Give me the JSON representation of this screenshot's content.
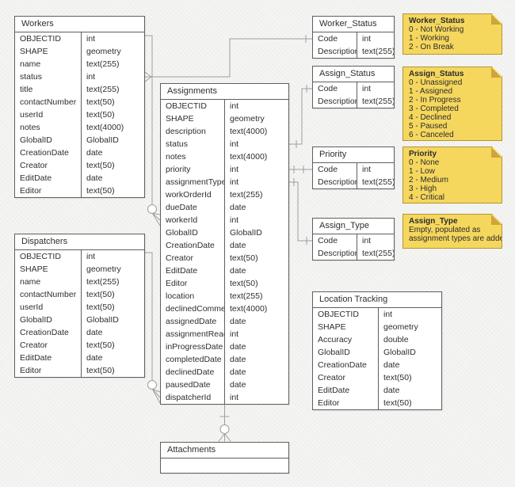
{
  "tables": [
    {
      "id": "workers",
      "title": "Workers",
      "fields": [
        {
          "name": "OBJECTID",
          "type": "int"
        },
        {
          "name": "SHAPE",
          "type": "geometry"
        },
        {
          "name": "name",
          "type": "text(255)"
        },
        {
          "name": "status",
          "type": "int"
        },
        {
          "name": "title",
          "type": "text(255)"
        },
        {
          "name": "contactNumber",
          "type": "text(50)"
        },
        {
          "name": "userId",
          "type": "text(50)"
        },
        {
          "name": "notes",
          "type": "text(4000)"
        },
        {
          "name": "GlobalID",
          "type": "GlobalID"
        },
        {
          "name": "CreationDate",
          "type": "date"
        },
        {
          "name": "Creator",
          "type": "text(50)"
        },
        {
          "name": "EditDate",
          "type": "date"
        },
        {
          "name": "Editor",
          "type": "text(50)"
        }
      ]
    },
    {
      "id": "dispatchers",
      "title": "Dispatchers",
      "fields": [
        {
          "name": "OBJECTID",
          "type": "int"
        },
        {
          "name": "SHAPE",
          "type": "geometry"
        },
        {
          "name": "name",
          "type": "text(255)"
        },
        {
          "name": "contactNumber",
          "type": "text(50)"
        },
        {
          "name": "userId",
          "type": "text(50)"
        },
        {
          "name": "GlobalID",
          "type": "GlobalID"
        },
        {
          "name": "CreationDate",
          "type": "date"
        },
        {
          "name": "Creator",
          "type": "text(50)"
        },
        {
          "name": "EditDate",
          "type": "date"
        },
        {
          "name": "Editor",
          "type": "text(50)"
        }
      ]
    },
    {
      "id": "assignments",
      "title": "Assignments",
      "fields": [
        {
          "name": "OBJECTID",
          "type": "int"
        },
        {
          "name": "SHAPE",
          "type": "geometry"
        },
        {
          "name": "description",
          "type": "text(4000)"
        },
        {
          "name": "status",
          "type": "int"
        },
        {
          "name": "notes",
          "type": "text(4000)"
        },
        {
          "name": "priority",
          "type": "int"
        },
        {
          "name": "assignmentType",
          "type": "int"
        },
        {
          "name": "workOrderId",
          "type": "text(255)"
        },
        {
          "name": "dueDate",
          "type": "date"
        },
        {
          "name": "workerId",
          "type": "int"
        },
        {
          "name": "GlobalID",
          "type": "GlobalID"
        },
        {
          "name": "CreationDate",
          "type": "date"
        },
        {
          "name": "Creator",
          "type": "text(50)"
        },
        {
          "name": "EditDate",
          "type": "date"
        },
        {
          "name": "Editor",
          "type": "text(50)"
        },
        {
          "name": "location",
          "type": "text(255)"
        },
        {
          "name": "declinedComment",
          "type": "text(4000)"
        },
        {
          "name": "assignedDate",
          "type": "date"
        },
        {
          "name": "assignmentRead",
          "type": "int"
        },
        {
          "name": "inProgressDate",
          "type": "date"
        },
        {
          "name": "completedDate",
          "type": "date"
        },
        {
          "name": "declinedDate",
          "type": "date"
        },
        {
          "name": "pausedDate",
          "type": "date"
        },
        {
          "name": "dispatcherId",
          "type": "int"
        }
      ]
    },
    {
      "id": "worker_status",
      "title": "Worker_Status",
      "fields": [
        {
          "name": "Code",
          "type": "int"
        },
        {
          "name": "Description",
          "type": "text(255)"
        }
      ]
    },
    {
      "id": "assign_status",
      "title": "Assign_Status",
      "fields": [
        {
          "name": "Code",
          "type": "int"
        },
        {
          "name": "Description",
          "type": "text(255)"
        }
      ]
    },
    {
      "id": "priority",
      "title": "Priority",
      "fields": [
        {
          "name": "Code",
          "type": "int"
        },
        {
          "name": "Description",
          "type": "text(255)"
        }
      ]
    },
    {
      "id": "assign_type",
      "title": "Assign_Type",
      "fields": [
        {
          "name": "Code",
          "type": "int"
        },
        {
          "name": "Description",
          "type": "text(255)"
        }
      ]
    },
    {
      "id": "location_tracking",
      "title": "Location Tracking",
      "fields": [
        {
          "name": "OBJECTID",
          "type": "int"
        },
        {
          "name": "SHAPE",
          "type": "geometry"
        },
        {
          "name": "Accuracy",
          "type": "double"
        },
        {
          "name": "GlobalID",
          "type": "GlobalID"
        },
        {
          "name": "CreationDate",
          "type": "date"
        },
        {
          "name": "Creator",
          "type": "text(50)"
        },
        {
          "name": "EditDate",
          "type": "date"
        },
        {
          "name": "Editor",
          "type": "text(50)"
        }
      ]
    },
    {
      "id": "attachments",
      "title": "Attachments",
      "fields": []
    }
  ],
  "notes": [
    {
      "id": "note-worker-status",
      "title": "Worker_Status",
      "lines": [
        "0 - Not Working",
        "1 - Working",
        "2 - On Break"
      ]
    },
    {
      "id": "note-assign-status",
      "title": "Assign_Status",
      "lines": [
        "0 - Unassigned",
        "1 - Assigned",
        "2 - In Progress",
        "3 - Completed",
        "4 - Declined",
        "5 - Paused",
        "6 - Canceled"
      ]
    },
    {
      "id": "note-priority",
      "title": "Priority",
      "lines": [
        "0 - None",
        "1 - Low",
        "2 - Medium",
        "3 - High",
        "4 - Critical"
      ]
    },
    {
      "id": "note-assign-type",
      "title": "Assign_Type",
      "lines": [
        "Empty, populated as",
        "assignment types are added"
      ]
    }
  ],
  "relationships": [
    {
      "id": "worker-status-to-workers",
      "from_table": "Worker_Status",
      "from_field": "Code",
      "to_table": "Workers",
      "to_field": "status",
      "from_marker": "one",
      "to_marker": "many"
    },
    {
      "id": "workers-to-assignments",
      "from_table": "Workers",
      "from_field": "OBJECTID",
      "to_table": "Assignments",
      "to_field": "workerId",
      "from_marker": "none",
      "to_marker": "zero-or-many"
    },
    {
      "id": "dispatchers-to-assignments",
      "from_table": "Dispatchers",
      "from_field": "OBJECTID",
      "to_table": "Assignments",
      "to_field": "dispatcherId",
      "from_marker": "none",
      "to_marker": "zero-or-many"
    },
    {
      "id": "assignments-to-assign-status",
      "from_table": "Assignments",
      "from_field": "status",
      "to_table": "Assign_Status",
      "to_field": "Code",
      "from_marker": "one",
      "to_marker": "one"
    },
    {
      "id": "assignments-to-priority",
      "from_table": "Assignments",
      "from_field": "priority",
      "to_table": "Priority",
      "to_field": "Code",
      "from_marker": "one",
      "to_marker": "one"
    },
    {
      "id": "assignments-to-assign-type",
      "from_table": "Assignments",
      "from_field": "assignmentType",
      "to_table": "Assign_Type",
      "to_field": "Code",
      "from_marker": "one",
      "to_marker": "one"
    },
    {
      "id": "assignments-to-attachments",
      "from_table": "Assignments",
      "to_table": "Attachments",
      "from_marker": "one",
      "to_marker": "zero-or-many"
    }
  ],
  "colors": {
    "background": "#f5f5f3",
    "table_fill": "#ffffff",
    "table_border": "#5f5f5f",
    "text": "#2e2e2e",
    "connector": "#9e9e9e",
    "note_fill": "#f5d75e",
    "note_border": "#b49537",
    "note_fold": "#cda53c"
  }
}
